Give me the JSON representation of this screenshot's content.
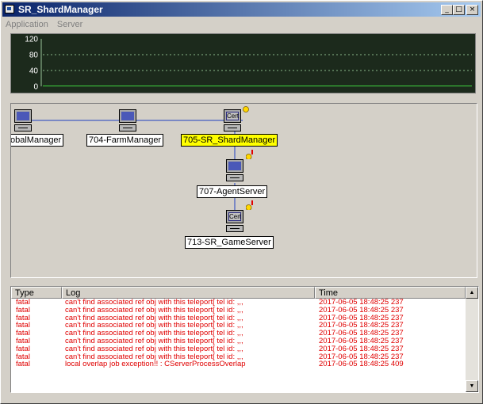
{
  "window": {
    "title": "SR_ShardManager",
    "caption_buttons": {
      "minimize": "_",
      "maximize": "□",
      "close": "×"
    }
  },
  "menu": [
    "Application",
    "Server"
  ],
  "chart_data": {
    "type": "line",
    "yticks": [
      "120",
      "80",
      "40",
      "0"
    ],
    "ylim": [
      0,
      120
    ],
    "series": [
      {
        "values": [
          0,
          0,
          0,
          0,
          0,
          0,
          0,
          0,
          0,
          0,
          0,
          0
        ],
        "color": "#3fd43f"
      }
    ],
    "grid_lines_at": [
      80,
      40
    ],
    "background": "#1c2a1c"
  },
  "nodes": [
    {
      "label": "obalManager",
      "icon": "server-computer-icon",
      "cert": false,
      "selected": false,
      "warning": false
    },
    {
      "label": "704-FarmManager",
      "icon": "server-computer-icon",
      "cert": false,
      "selected": false,
      "warning": false
    },
    {
      "label": "705-SR_ShardManager",
      "icon": "server-computer-icon",
      "cert": true,
      "selected": true,
      "warning": true
    },
    {
      "label": "707-AgentServer",
      "icon": "server-computer-icon",
      "cert": false,
      "selected": false,
      "warning": true
    },
    {
      "label": "713-SR_GameServer",
      "icon": "server-computer-icon",
      "cert": true,
      "selected": false,
      "warning": true
    }
  ],
  "cert_label": "Cert",
  "log": {
    "headers": {
      "type": "Type",
      "log": "Log",
      "time": "Time"
    },
    "rows": [
      {
        "type": "fatal",
        "message": "can't find associated ref obj with this teleport[ tel id: ,,,",
        "time": "2017-06-05 18:48:25 237"
      },
      {
        "type": "fatal",
        "message": "can't find associated ref obj with this teleport[ tel id: ,,,",
        "time": "2017-06-05 18:48:25 237"
      },
      {
        "type": "fatal",
        "message": "can't find associated ref obj with this teleport[ tel id: ,,,",
        "time": "2017-06-05 18:48:25 237"
      },
      {
        "type": "fatal",
        "message": "can't find associated ref obj with this teleport[ tel id: ,,,",
        "time": "2017-06-05 18:48:25 237"
      },
      {
        "type": "fatal",
        "message": "can't find associated ref obj with this teleport[ tel id: ,,,",
        "time": "2017-06-05 18:48:25 237"
      },
      {
        "type": "fatal",
        "message": "can't find associated ref obj with this teleport[ tel id: ,,,",
        "time": "2017-06-05 18:48:25 237"
      },
      {
        "type": "fatal",
        "message": "can't find associated ref obj with this teleport[ tel id: ,,,",
        "time": "2017-06-05 18:48:25 237"
      },
      {
        "type": "fatal",
        "message": "can't find associated ref obj with this teleport[ tel id: ,,,",
        "time": "2017-06-05 18:48:25 237"
      },
      {
        "type": "fatal",
        "message": "local overlap job exception!! : CServerProcessOverlap",
        "time": "2017-06-05 18:48:25 409"
      }
    ],
    "color": "#e00000",
    "scroll_up": "▲",
    "scroll_down": "▼"
  }
}
